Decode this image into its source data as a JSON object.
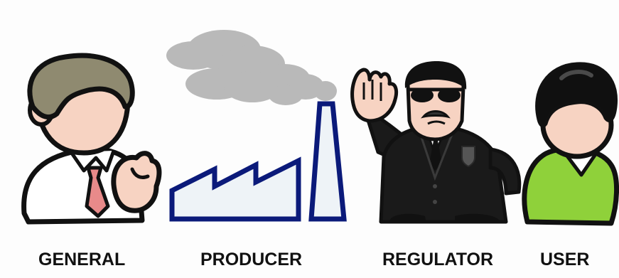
{
  "labels": {
    "general": "GENERAL",
    "producer": "PRODUCER",
    "regulator": "REGULATOR",
    "user": "USER"
  },
  "colors": {
    "background": "#fdfdfd",
    "outline": "#111111",
    "skin": "#f7d3c2",
    "general_hair": "#8f8a70",
    "general_shirt": "#ffffff",
    "general_tie": "#e88a8a",
    "smoke": "#b9b9b9",
    "factory_outline": "#0b1a7a",
    "factory_fill": "#eef3f7",
    "regulator_suit": "#1a1a1a",
    "user_hair": "#101010",
    "user_shirt": "#8fd13a"
  },
  "icons": {
    "general": "businessman-icon",
    "producer": "factory-icon",
    "regulator": "bodyguard-icon",
    "user": "user-person-icon"
  }
}
